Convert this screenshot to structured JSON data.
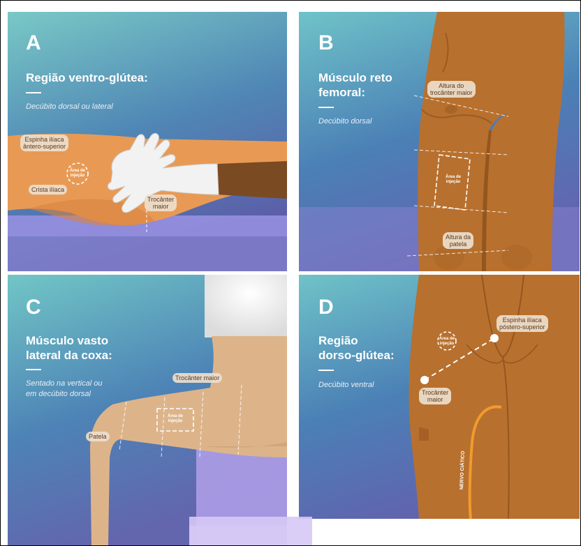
{
  "colors": {
    "skin_a": "#e89a55",
    "skin_b": "#b8702e",
    "skin_c": "#ddb48a",
    "glove": "#f2f2f2",
    "sleeve": "#7a4a22",
    "nerve": "#f19a2e",
    "label_bg": "#ecdecd"
  },
  "panels": {
    "a": {
      "letter": "A",
      "title": "Região ventro-glútea:",
      "subtitle": "Decúbito dorsal ou lateral",
      "labels": {
        "espinha": "Espinha ilíaca\nântero-superior",
        "crista": "Crista ilíaca",
        "trocanter": "Trocânter\nmaior",
        "area": "Área de\ninjeção"
      }
    },
    "b": {
      "letter": "B",
      "title": "Músculo reto\nfemoral:",
      "subtitle": "Decúbito dorsal",
      "labels": {
        "altura_trocanter": "Altura do\ntrocânter maior",
        "altura_patela": "Altura da\npatela",
        "area": "Área de\ninjeção"
      }
    },
    "c": {
      "letter": "C",
      "title": "Músculo vasto\nlateral da coxa:",
      "subtitle": "Sentado na vertical ou\nem decúbito dorsal",
      "labels": {
        "trocanter": "Trocânter maior",
        "patela": "Patela",
        "area": "Área de\ninjeção"
      }
    },
    "d": {
      "letter": "D",
      "title": "Região\ndorso-glútea:",
      "subtitle": "Decúbito ventral",
      "labels": {
        "espinha": "Espinha ilíaca\npóstero-superior",
        "trocanter": "Trocânter\nmaior",
        "area": "Área de\ninjeção",
        "nervo": "NERVO CIÁTICO"
      }
    }
  }
}
